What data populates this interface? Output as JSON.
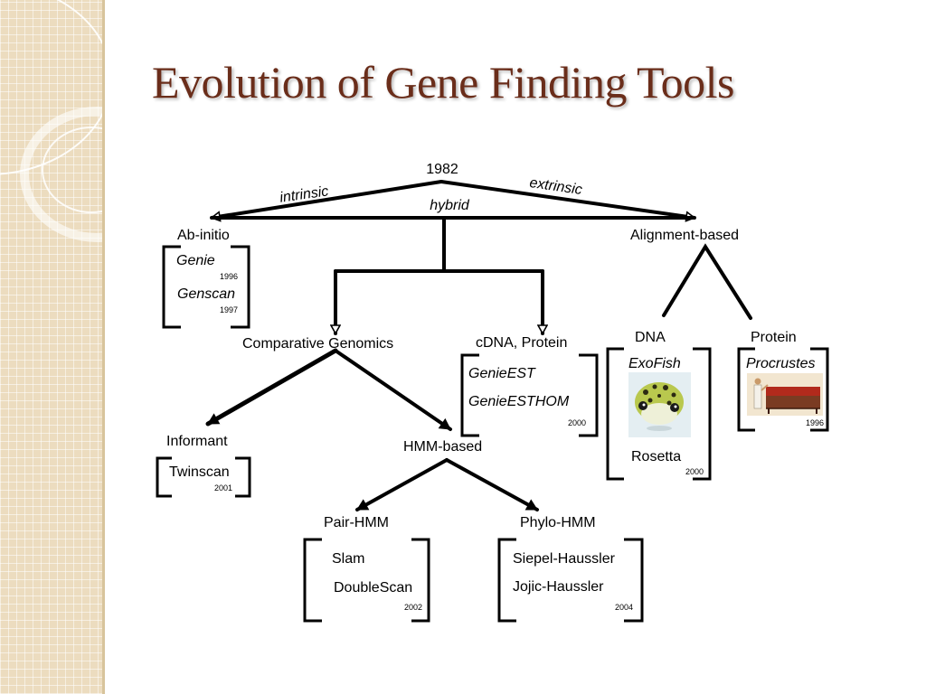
{
  "title": "Evolution of Gene Finding Tools",
  "diagram": {
    "root_year": "1982",
    "edges": {
      "intrinsic": "intrinsic",
      "extrinsic": "extrinsic",
      "hybrid": "hybrid"
    },
    "ab_initio": {
      "label": "Ab-initio",
      "tools": [
        {
          "name": "Genie",
          "year": "1996"
        },
        {
          "name": "Genscan",
          "year": "1997"
        }
      ]
    },
    "alignment_based": {
      "label": "Alignment-based"
    },
    "comparative_genomics": {
      "label": "Comparative Genomics"
    },
    "cdna_protein": {
      "label": "cDNA, Protein",
      "tools": [
        "GenieEST",
        "GenieESTHOM"
      ],
      "year": "2000"
    },
    "dna": {
      "label": "DNA",
      "tools": [
        "ExoFish",
        "Rosetta"
      ],
      "year": "2000"
    },
    "protein": {
      "label": "Protein",
      "tools": [
        "Procrustes"
      ],
      "year": "1996"
    },
    "informant": {
      "label": "Informant",
      "tools": [
        "Twinscan"
      ],
      "year": "2001"
    },
    "hmm_based": {
      "label": "HMM-based"
    },
    "pair_hmm": {
      "label": "Pair-HMM",
      "tools": [
        "Slam",
        "DoubleScan"
      ],
      "year": "2002"
    },
    "phylo_hmm": {
      "label": "Phylo-HMM",
      "tools": [
        "Siepel-Haussler",
        "Jojic-Haussler"
      ],
      "year": "2004"
    }
  }
}
